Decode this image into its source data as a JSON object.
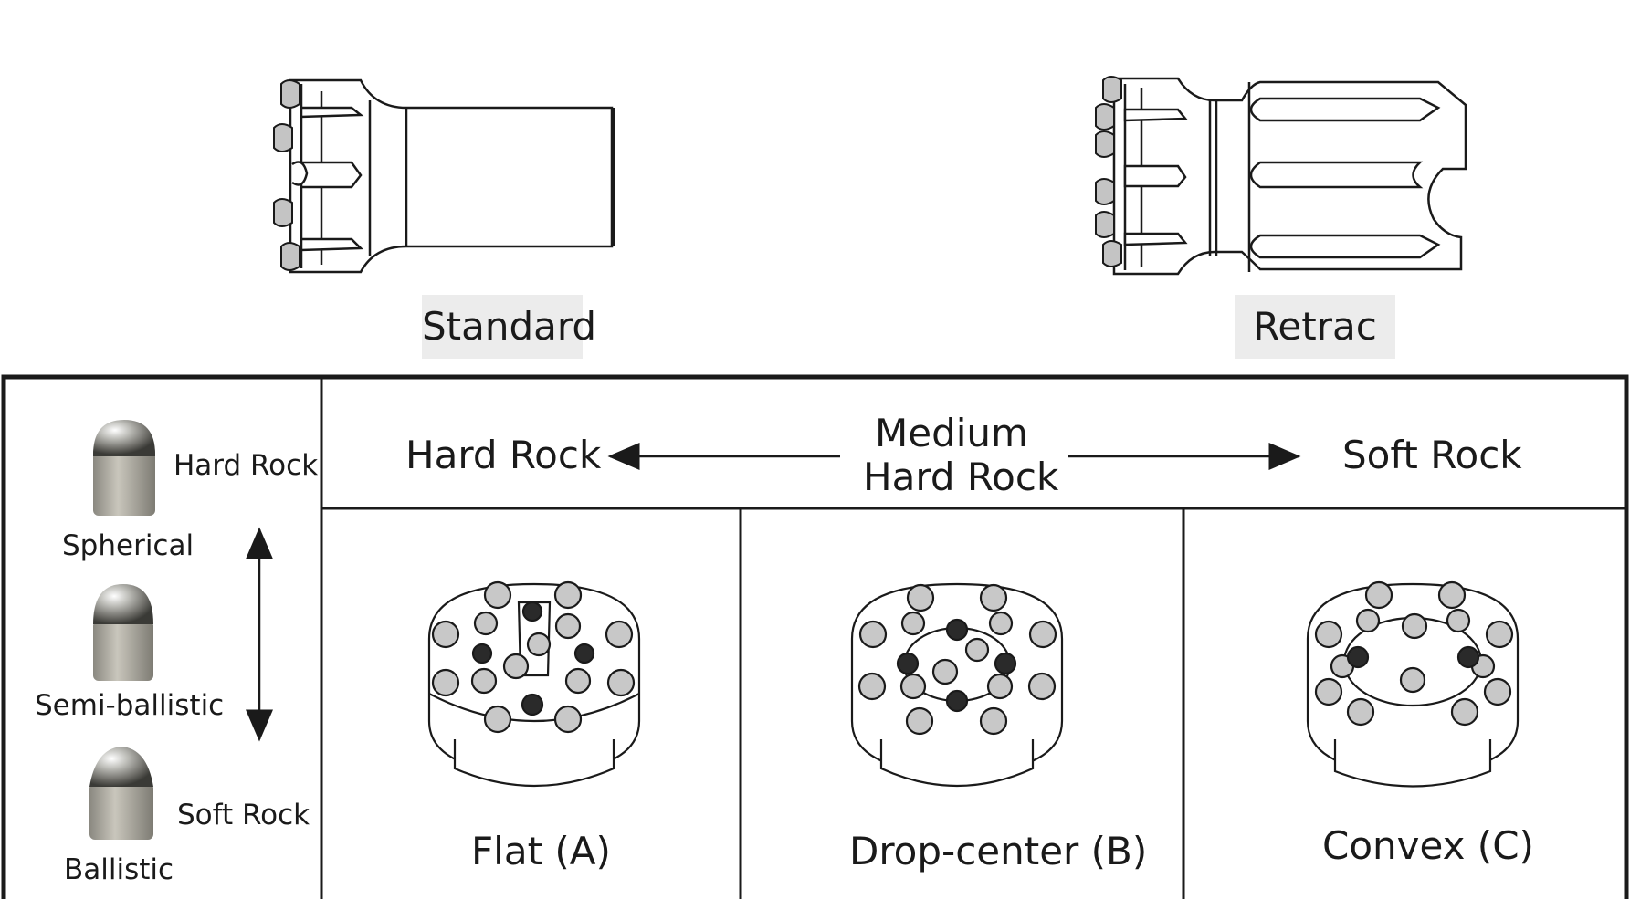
{
  "top": {
    "standard_label": "Standard",
    "retrac_label": "Retrac"
  },
  "header": {
    "hard_rock": "Hard Rock",
    "medium_line1": "Medium",
    "medium_line2": "Hard Rock",
    "soft_rock": "Soft Rock"
  },
  "buttons": {
    "hard_rock": "Hard Rock",
    "soft_rock": "Soft Rock",
    "items": [
      {
        "name": "Spherical"
      },
      {
        "name": "Semi-ballistic"
      },
      {
        "name": "Ballistic"
      }
    ]
  },
  "faces": [
    {
      "label": "Flat (A)"
    },
    {
      "label": "Drop-center (B)"
    },
    {
      "label": "Convex (C)"
    }
  ],
  "colors": {
    "line": "#1a1a1a",
    "label_bg": "#ececec",
    "button_fill": "#c8c8c8",
    "button_dark": "#2a2a2a"
  }
}
